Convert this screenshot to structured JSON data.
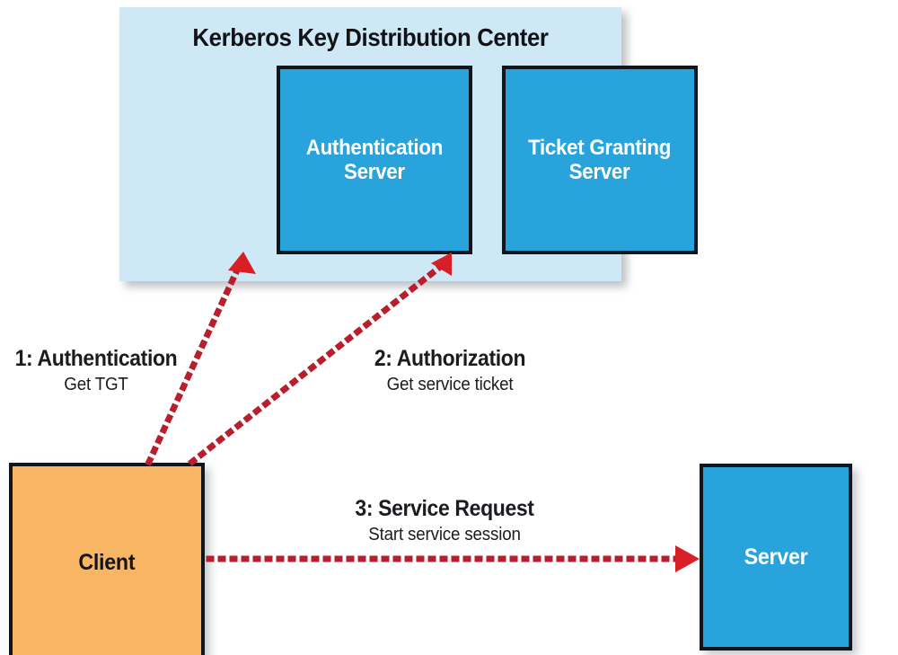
{
  "diagram": {
    "title_text": "Kerberos Key Distribution Center",
    "background": "#ffffff",
    "colors": {
      "kdc_fill": "#cfe8f6",
      "server_fill": "#29a3dc",
      "client_fill": "#f8b664",
      "border": "#11161d",
      "arrow": "#b81f2d",
      "text_dark": "#11161d",
      "text_light": "#ffffff"
    }
  },
  "kdc": {
    "title": "Kerberos Key Distribution Center",
    "nodes": [
      {
        "id": "authentication-server",
        "label": "Authentication\nServer",
        "line1": "Authentication",
        "line2": "Server"
      },
      {
        "id": "ticket-granting-server",
        "label": "Ticket Granting\nServer",
        "line1": "Ticket Granting",
        "line2": "Server"
      }
    ]
  },
  "actors": {
    "client": {
      "label": "Client"
    },
    "server": {
      "label": "Server"
    }
  },
  "steps": [
    {
      "number": "1",
      "title": "1: Authentication",
      "subtitle": "Get TGT",
      "from": "client",
      "to": "authentication-server"
    },
    {
      "number": "2",
      "title": "2: Authorization",
      "subtitle": "Get service ticket",
      "from": "client",
      "to": "ticket-granting-server"
    },
    {
      "number": "3",
      "title": "3: Service Request",
      "subtitle": "Start service session",
      "from": "client",
      "to": "server"
    }
  ]
}
